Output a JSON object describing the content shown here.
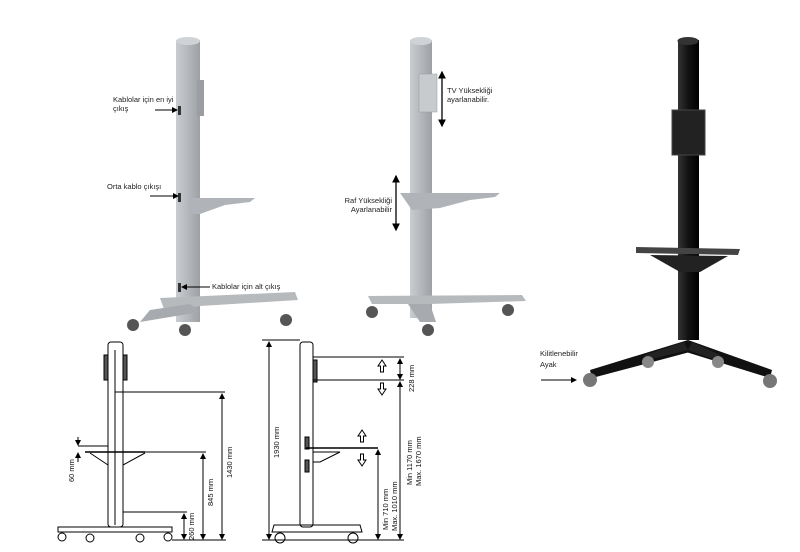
{
  "callouts": {
    "cable_top_1": "Kablolar için en iyi",
    "cable_top_2": "çıkış",
    "cable_mid": "Orta kablo çıkışı",
    "cable_bottom": "Kablolar için alt çıkış",
    "tv_height_1": "TV Yüksekliği",
    "tv_height_2": "ayarlanabilir.",
    "shelf_height_1": "Raf Yüksekliği",
    "shelf_height_2": "Ayarlanabilir",
    "locking_1": "Kilitlenebilir",
    "locking_2": "Ayak"
  },
  "dimensions_front": {
    "total_cable": "1430 mm",
    "shelf": "845 mm",
    "bottom": "260 mm",
    "shelf_gap": "60 mm"
  },
  "dimensions_side": {
    "total": "1930 mm",
    "mount": "228 mm",
    "tv_min": "Min 1170 mm",
    "tv_max": "Max. 1670 mm",
    "shelf_min": "Min 710 mm",
    "shelf_max": "Max. 1010 mm"
  },
  "colors": {
    "grey_stand": "#b9bcc0",
    "black_stand": "#1a1a1a"
  }
}
